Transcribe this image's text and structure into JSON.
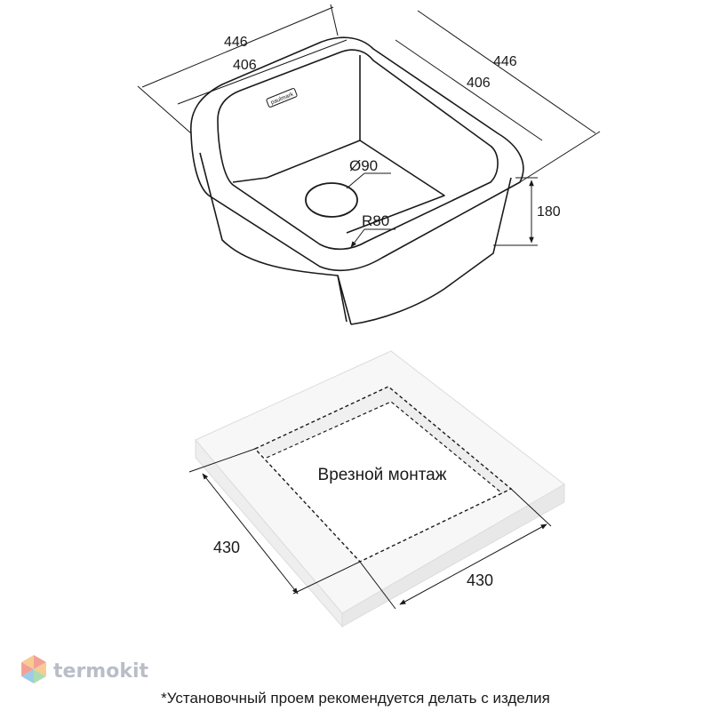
{
  "sink": {
    "outer_width": "446",
    "inner_width": "406",
    "outer_depth": "446",
    "inner_depth": "406",
    "drain_diameter": "Ø90",
    "corner_radius": "R80",
    "bowl_height": "180",
    "logo_text": "paulmark"
  },
  "cutout": {
    "label": "Врезной монтаж",
    "width": "430",
    "depth": "430"
  },
  "brand": {
    "name": "termokit",
    "colors": [
      "#e8543f",
      "#f2a23a",
      "#4aa3d8",
      "#6cc070"
    ]
  },
  "footnote": "*Установочный проем рекомендуется делать с изделия"
}
